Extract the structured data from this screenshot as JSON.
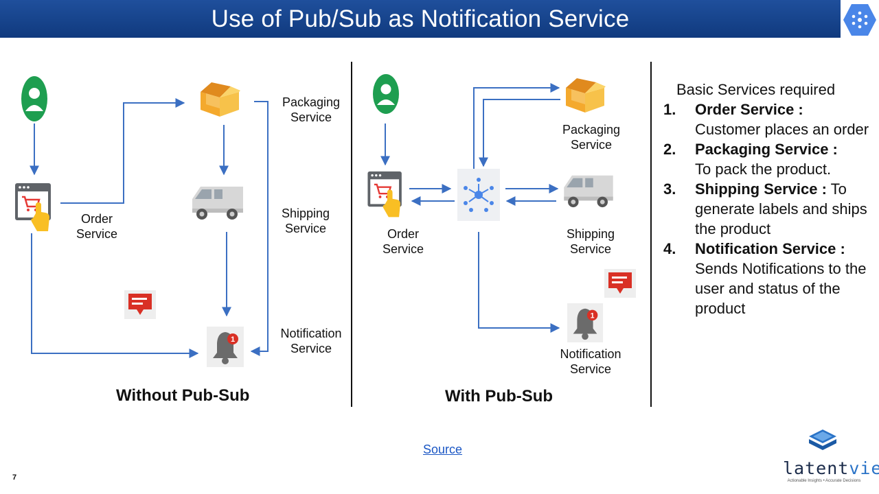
{
  "header": {
    "title": "Use of Pub/Sub as Notification Service"
  },
  "left_diagram": {
    "packaging_label": "Packaging\nService",
    "order_label": "Order\nService",
    "shipping_label": "Shipping\nService",
    "notification_label": "Notification\nService",
    "caption": "Without Pub-Sub"
  },
  "right_diagram": {
    "packaging_label": "Packaging\nService",
    "order_label": "Order\nService",
    "shipping_label": "Shipping\nService",
    "notification_label": "Notification\nService",
    "caption": "With Pub-Sub"
  },
  "services_panel": {
    "heading": "Basic Services required",
    "items": [
      {
        "num": "1.",
        "name": "Order Service :",
        "desc": "Customer places an order"
      },
      {
        "num": "2.",
        "name": "Packaging Service :",
        "desc": "To pack the product."
      },
      {
        "num": "3.",
        "name": "Shipping Service :",
        "desc": "To generate labels and ships the product"
      },
      {
        "num": "4.",
        "name": "Notification Service :",
        "desc": "Sends Notifications to the user and status of the product"
      }
    ]
  },
  "footer": {
    "source_link": "Source",
    "page_number": "7",
    "logo_text_a": "latent",
    "logo_text_b": "view",
    "logo_tagline": "Actionable Insights • Accurate Decisions"
  },
  "icons": {
    "user": "user-icon",
    "box": "box-icon",
    "van": "van-icon",
    "shop": "shopping-cart-icon",
    "message": "message-icon",
    "bell": "bell-icon",
    "pubsub": "pubsub-icon"
  },
  "colors": {
    "title_bar": "#1a4a96",
    "arrow": "#3b6fc2",
    "link": "#1a56c4"
  }
}
